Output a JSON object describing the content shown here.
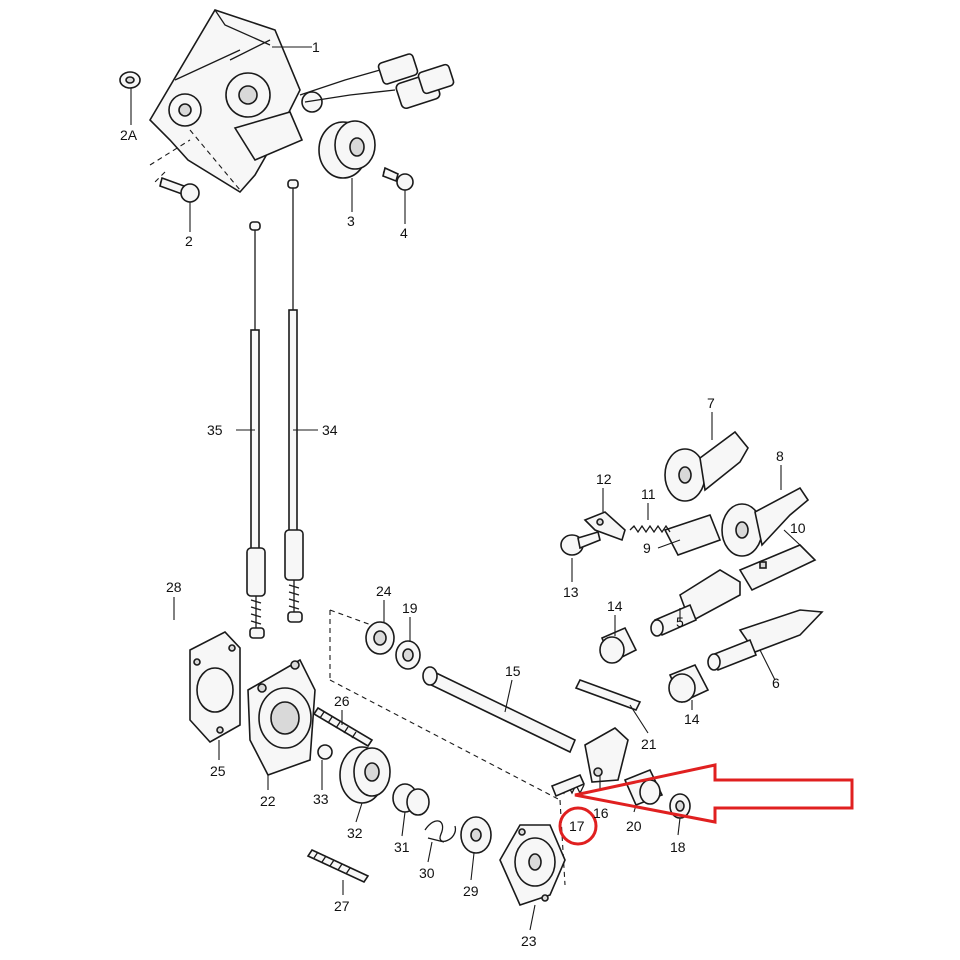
{
  "diagram": {
    "parts": [
      {
        "id": "p1",
        "label": "1"
      },
      {
        "id": "p2A",
        "label": "2A"
      },
      {
        "id": "p2",
        "label": "2"
      },
      {
        "id": "p3",
        "label": "3"
      },
      {
        "id": "p4",
        "label": "4"
      },
      {
        "id": "p35",
        "label": "35"
      },
      {
        "id": "p34",
        "label": "34"
      },
      {
        "id": "p7",
        "label": "7"
      },
      {
        "id": "p8",
        "label": "8"
      },
      {
        "id": "p12",
        "label": "12"
      },
      {
        "id": "p11",
        "label": "11"
      },
      {
        "id": "p9",
        "label": "9"
      },
      {
        "id": "p10",
        "label": "10"
      },
      {
        "id": "p13",
        "label": "13"
      },
      {
        "id": "p28",
        "label": "28"
      },
      {
        "id": "p24",
        "label": "24"
      },
      {
        "id": "p19",
        "label": "19"
      },
      {
        "id": "p14a",
        "label": "14"
      },
      {
        "id": "p5",
        "label": "5"
      },
      {
        "id": "p6",
        "label": "6"
      },
      {
        "id": "p14b",
        "label": "14"
      },
      {
        "id": "p15",
        "label": "15"
      },
      {
        "id": "p26",
        "label": "26"
      },
      {
        "id": "p21",
        "label": "21"
      },
      {
        "id": "p25",
        "label": "25"
      },
      {
        "id": "p22",
        "label": "22"
      },
      {
        "id": "p33",
        "label": "33"
      },
      {
        "id": "p32",
        "label": "32"
      },
      {
        "id": "p31",
        "label": "31"
      },
      {
        "id": "p30",
        "label": "30"
      },
      {
        "id": "p29",
        "label": "29"
      },
      {
        "id": "p27",
        "label": "27"
      },
      {
        "id": "p23",
        "label": "23"
      },
      {
        "id": "p17",
        "label": "17"
      },
      {
        "id": "p16",
        "label": "16"
      },
      {
        "id": "p20",
        "label": "20"
      },
      {
        "id": "p18",
        "label": "18"
      }
    ],
    "highlight": {
      "target_label": "17",
      "color": "#e02020"
    }
  }
}
